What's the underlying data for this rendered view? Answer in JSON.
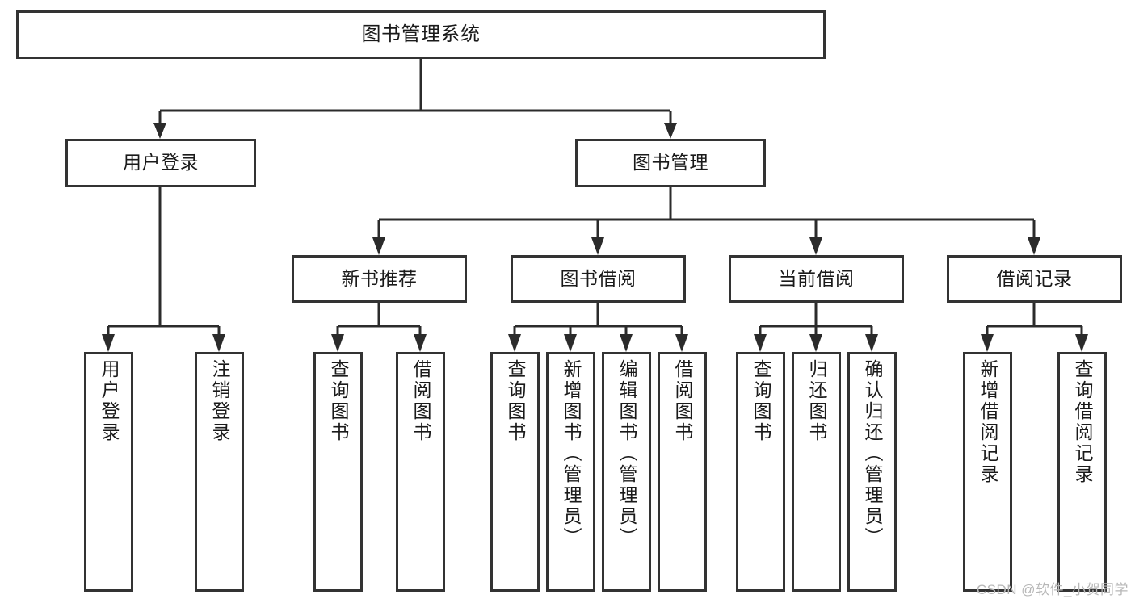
{
  "diagram": {
    "kind": "functional-structure-tree",
    "title": "图书管理系统",
    "watermark": "CSDN @软件_小贺同学",
    "colors": {
      "box_border": "#333333",
      "box_fill": "#ffffff",
      "connector": "#2b2b2b",
      "text": "#1a1a1a",
      "watermark": "#b7b7b7",
      "background": "#ffffff"
    }
  },
  "nodes": {
    "root": {
      "label": "图书管理系统"
    },
    "level2": [
      {
        "id": "user-login",
        "label": "用户登录"
      },
      {
        "id": "book-manage",
        "label": "图书管理"
      }
    ],
    "level3": [
      {
        "id": "new-book-recommend",
        "label": "新书推荐"
      },
      {
        "id": "book-borrow",
        "label": "图书借阅"
      },
      {
        "id": "current-borrow",
        "label": "当前借阅"
      },
      {
        "id": "borrow-record",
        "label": "借阅记录"
      }
    ],
    "leaves": {
      "user-login": [
        {
          "id": "leaf-user-login",
          "label": "用户登录"
        },
        {
          "id": "leaf-logout-login",
          "label": "注销登录"
        }
      ],
      "new-book-recommend": [
        {
          "id": "leaf-query-book-1",
          "label": "查询图书"
        },
        {
          "id": "leaf-borrow-book-1",
          "label": "借阅图书"
        }
      ],
      "book-borrow": [
        {
          "id": "leaf-query-book-2",
          "label": "查询图书"
        },
        {
          "id": "leaf-add-book",
          "label": "新增图书（管理员）"
        },
        {
          "id": "leaf-edit-book",
          "label": "编辑图书（管理员）"
        },
        {
          "id": "leaf-borrow-book-2",
          "label": "借阅图书"
        }
      ],
      "current-borrow": [
        {
          "id": "leaf-query-book-3",
          "label": "查询图书"
        },
        {
          "id": "leaf-return-book",
          "label": "归还图书"
        },
        {
          "id": "leaf-confirm-return",
          "label": "确认归还（管理员）"
        }
      ],
      "borrow-record": [
        {
          "id": "leaf-add-borrow-record",
          "label": "新增借阅记录"
        },
        {
          "id": "leaf-query-borrow-record",
          "label": "查询借阅记录"
        }
      ]
    }
  }
}
